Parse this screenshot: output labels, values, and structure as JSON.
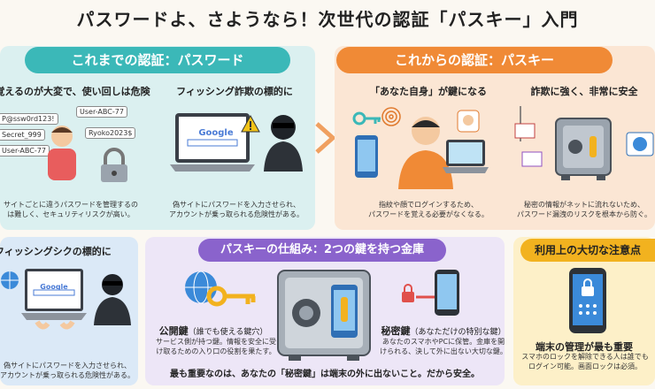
{
  "title": "パスワードよ、さようなら！次世代の認証「パスキー」入門",
  "old_auth": {
    "banner": "これまでの認証：パスワード",
    "card1": {
      "caption": "覚えるのが大変で、使い回しは危険",
      "tags": [
        "P@ssw0rd123!",
        "User-ABC-77",
        "Secret_999",
        "Ryoko2023$",
        "User-ABC-77"
      ],
      "note_line1": "サイトごとに違うパスワードを管理するの",
      "note_line2": "は難しく、セキュリティリスクが高い。"
    },
    "card2": {
      "caption": "フィッシング詐欺の標的に",
      "brand": "Google",
      "note_line1": "偽サイトにパスワードを入力させられ、",
      "note_line2": "アカウントが乗っ取られる危険性がある。"
    }
  },
  "new_auth": {
    "banner": "これからの認証：パスキー",
    "card1": {
      "caption": "「あなた自身」が鍵になる",
      "note_line1": "指紋や顔でログインするため、",
      "note_line2": "パスワードを覚える必要がなくなる。"
    },
    "card2": {
      "caption": "詐欺に強く、非常に安全",
      "note_line1": "秘密の情報がネットに流れないため、",
      "note_line2": "パスワード漏洩のリスクを根本から防ぐ。"
    }
  },
  "phishing_box": {
    "caption": "フィッシングシクの標的に",
    "brand": "Google",
    "note_line1": "偽サイトにパスワードを入力させられ、",
    "note_line2": "アカウントが乗っ取られる危険性がある。"
  },
  "mechanism": {
    "banner": "パスキーの仕組み：2つの鍵を持つ金庫",
    "public_key": {
      "label": "公開鍵",
      "sublabel": "（誰でも使える鍵穴）",
      "note_line1": "サービス側が持つ鍵。情報を安全に受",
      "note_line2": "け取るための入り口の役割を果たす。"
    },
    "private_key": {
      "label": "秘密鍵",
      "sublabel": "（あなただけの特別な鍵）",
      "note_line1": "あなたのスマホやPCに保管。金庫を開",
      "note_line2": "けられる、決して外に出ない大切な鍵。"
    },
    "footer": "最も重要なのは、あなたの「秘密鍵」は端末の外に出ないこと。だから安全。"
  },
  "caution": {
    "banner": "利用上の大切な注意点",
    "caption": "端末の管理が最も重要",
    "note_line1": "スマホのロックを解除できる人は誰でも",
    "note_line2": "ログイン可能。画面ロックは必須。"
  },
  "colors": {
    "teal": "#3bb8b8",
    "orange": "#f08a36",
    "purple": "#8a63cc",
    "gold": "#f2b21f"
  }
}
